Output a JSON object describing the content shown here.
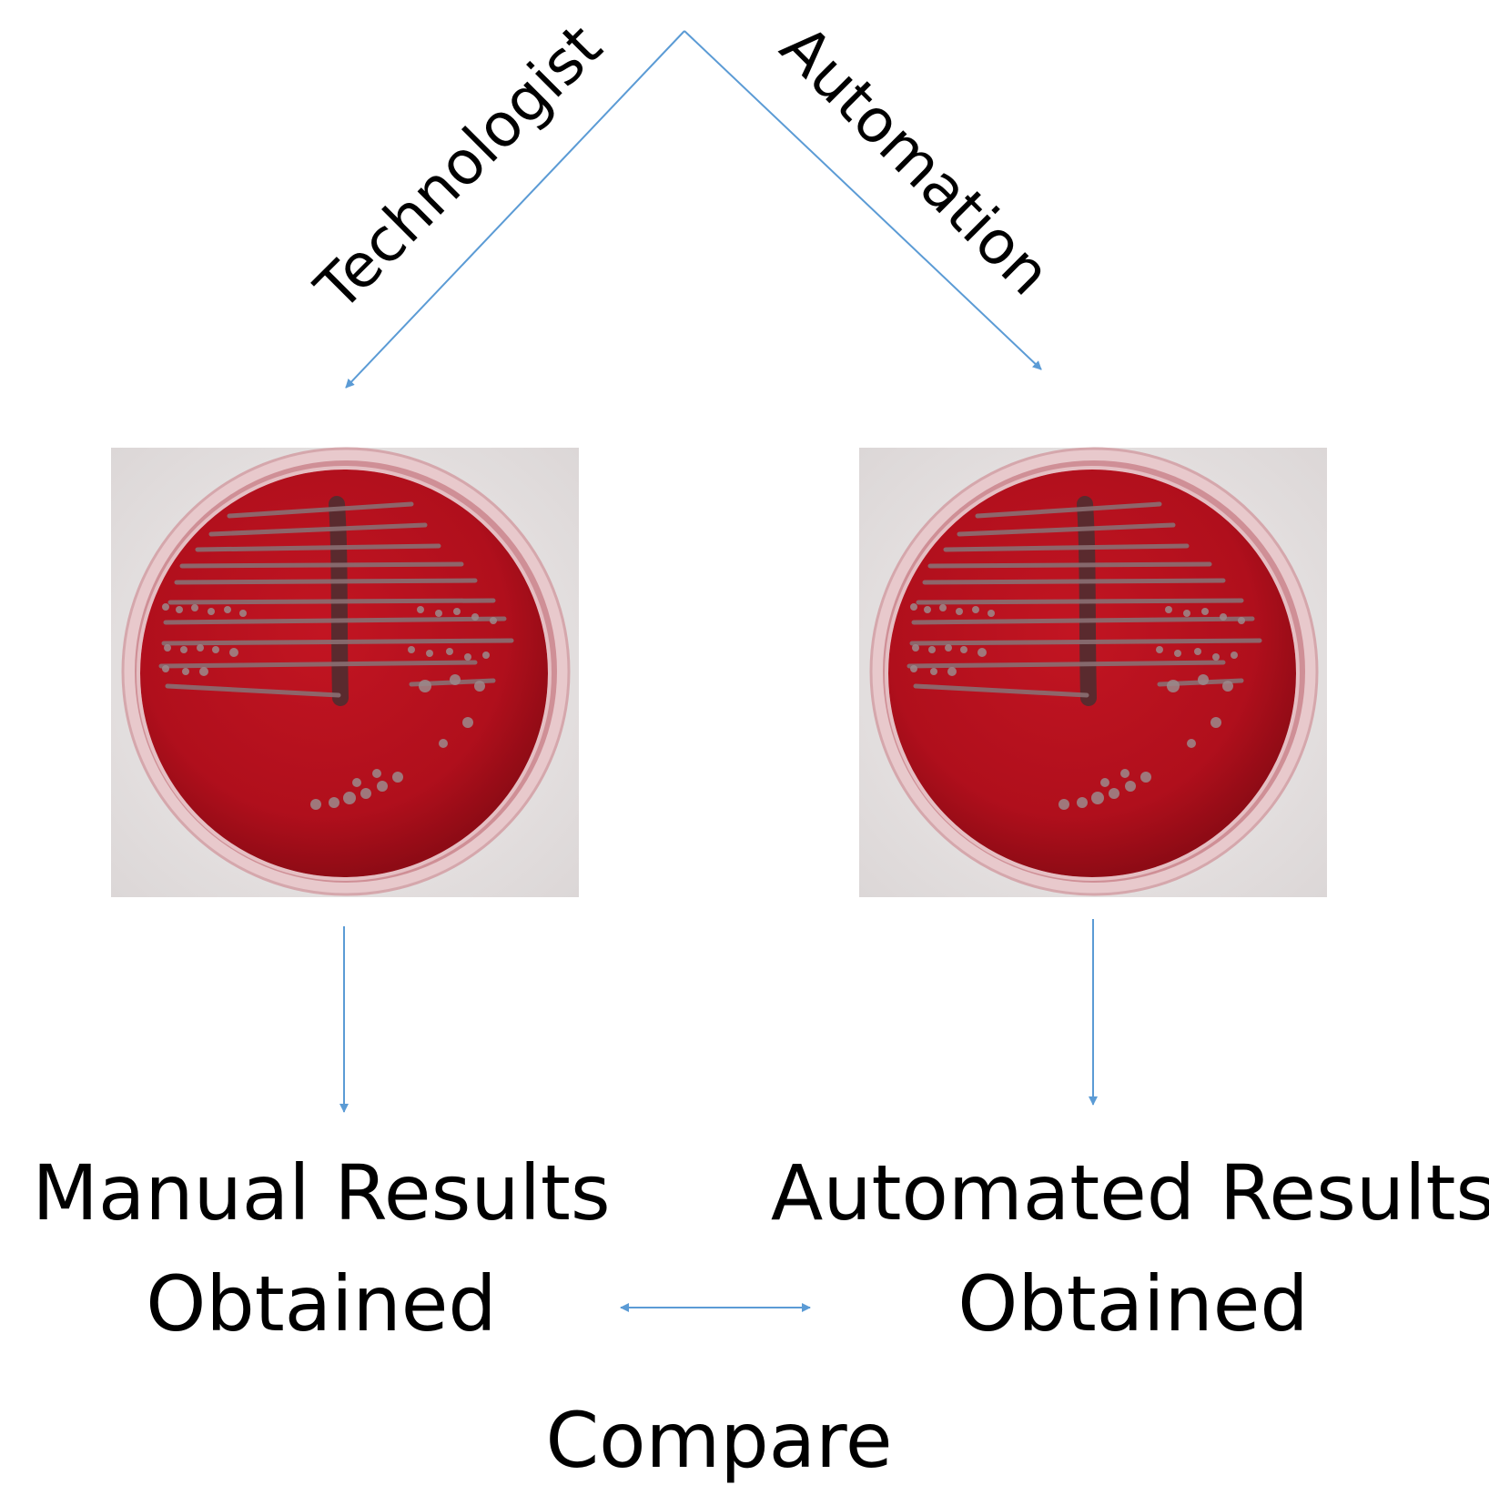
{
  "colors": {
    "arrow": "#5b9bd5",
    "text": "#000000",
    "agar": "#b3101e",
    "agar_dark": "#8e0b15",
    "colony": "#9c8a8c",
    "streak": "#5a2a2e",
    "background_photo": "#e9e6e6"
  },
  "branches": {
    "left_label": "Technologist",
    "right_label": "Automation"
  },
  "plates": {
    "left_name": "blood-agar-plate-photo-manual",
    "right_name": "blood-agar-plate-photo-automated"
  },
  "results": {
    "manual_line1": "Manual Results",
    "manual_line2": "Obtained",
    "automated_line1": "Automated Results",
    "automated_line2": "Obtained"
  },
  "compare": {
    "label": "Compare"
  }
}
